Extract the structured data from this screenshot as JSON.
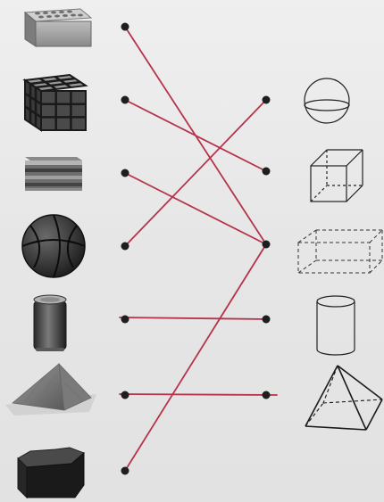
{
  "worksheet": {
    "left_items": [
      {
        "name": "hollow-brick"
      },
      {
        "name": "rubiks-cube"
      },
      {
        "name": "layered-cake"
      },
      {
        "name": "basketball"
      },
      {
        "name": "soda-can"
      },
      {
        "name": "pyramid"
      },
      {
        "name": "stone-block"
      }
    ],
    "right_items": [
      {
        "name": "sphere"
      },
      {
        "name": "cube"
      },
      {
        "name": "rectangular-prism"
      },
      {
        "name": "cylinder"
      },
      {
        "name": "square-pyramid"
      }
    ],
    "matches": [
      {
        "from": "hollow-brick",
        "to": "rectangular-prism"
      },
      {
        "from": "rubiks-cube",
        "to": "cube"
      },
      {
        "from": "layered-cake",
        "to": "rectangular-prism"
      },
      {
        "from": "basketball",
        "to": "sphere"
      },
      {
        "from": "soda-can",
        "to": "cylinder"
      },
      {
        "from": "pyramid",
        "to": "square-pyramid"
      },
      {
        "from": "stone-block",
        "to": "rectangular-prism"
      }
    ],
    "colors": {
      "line": "#b5344c",
      "dot": "#1e1e1e"
    }
  }
}
